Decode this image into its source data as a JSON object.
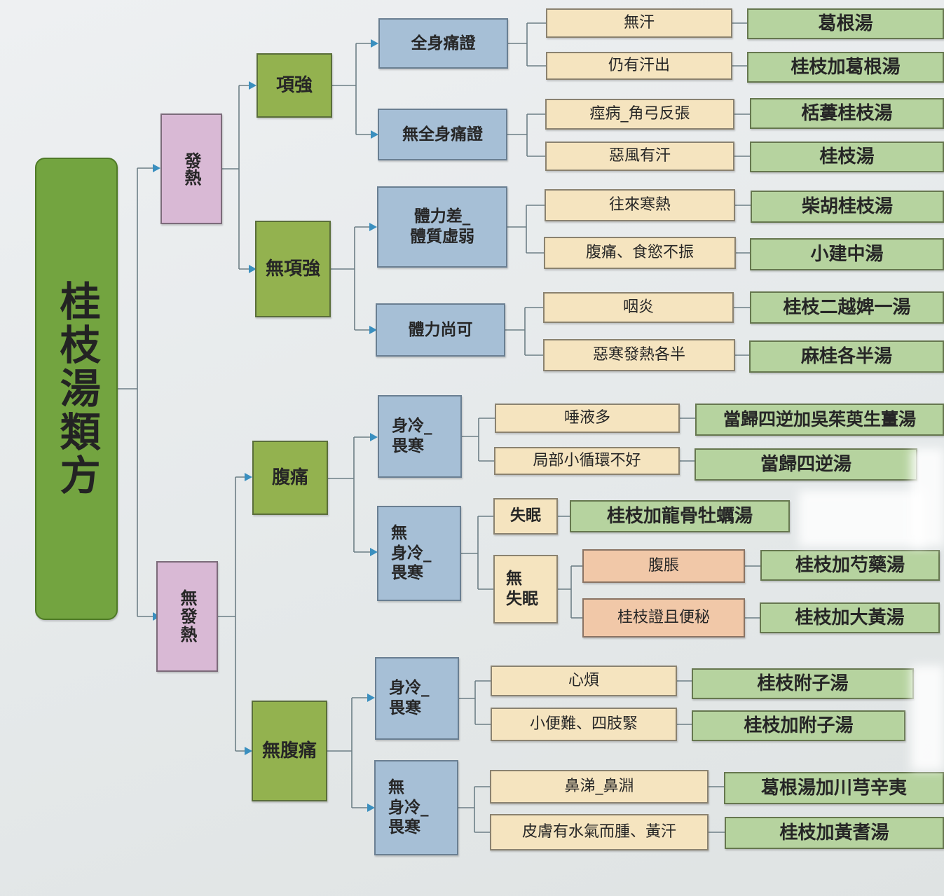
{
  "title": "桂枝湯類方",
  "level1": {
    "fever": "發熱",
    "no_fever": "無發熱"
  },
  "level2": {
    "neck_stiff": "項強",
    "no_neck_stiff": "無項強",
    "abdominal_pain": "腹痛",
    "no_abdominal_pain": "無腹痛"
  },
  "level3": {
    "whole_body_pain": "全身痛證",
    "no_whole_body_pain": "無全身痛證",
    "weak_constitution": "體力差_\n體質虛弱",
    "fair_strength": "體力尚可",
    "cold_body_a": "身冷_\n畏寒",
    "no_cold_body_a": "無\n身冷_\n畏寒",
    "cold_body_b": "身冷_\n畏寒",
    "no_cold_body_b": "無\n身冷_\n畏寒"
  },
  "symptoms": {
    "s1": "無汗",
    "s2": "仍有汗出",
    "s3": "痙病_角弓反張",
    "s4": "惡風有汗",
    "s5": "往來寒熱",
    "s6": "腹痛、食慾不振",
    "s7": "咽炎",
    "s8": "惡寒發熱各半",
    "s9": "唾液多",
    "s10": "局部小循環不好",
    "s11": "失眠",
    "s12": "無\n失眠",
    "s13": "腹脹",
    "s14": "桂枝證且便秘",
    "s15": "心煩",
    "s16": "小便難、四肢緊",
    "s17": "鼻涕_鼻淵",
    "s18": "皮膚有水氣而腫、黃汗"
  },
  "formulas": {
    "f1": "葛根湯",
    "f2": "桂枝加葛根湯",
    "f3": "栝蔞桂枝湯",
    "f4": "桂枝湯",
    "f5": "柴胡桂枝湯",
    "f6": "小建中湯",
    "f7": "桂枝二越婢一湯",
    "f8": "麻桂各半湯",
    "f9": "當歸四逆加吳茱萸生薑湯",
    "f10": "當歸四逆湯",
    "f11": "桂枝加龍骨牡蠣湯",
    "f12": "桂枝加芍藥湯",
    "f13": "桂枝加大黃湯",
    "f14": "桂枝附子湯",
    "f15": "桂枝加附子湯",
    "f16": "葛根湯加川芎辛夷",
    "f17": "桂枝加黃耆湯"
  },
  "colors": {
    "root": "#73a440",
    "fever_nodes": "#d9b9d5",
    "branch_nodes": "#93b24f",
    "condition_nodes": "#a6bfd6",
    "symptom_nodes": "#f5e4bf",
    "symptom_alt_nodes": "#f1c8a8",
    "formula_nodes": "#b6d39f",
    "connector": "#6d7f86",
    "arrow": "#3a8fbf"
  }
}
